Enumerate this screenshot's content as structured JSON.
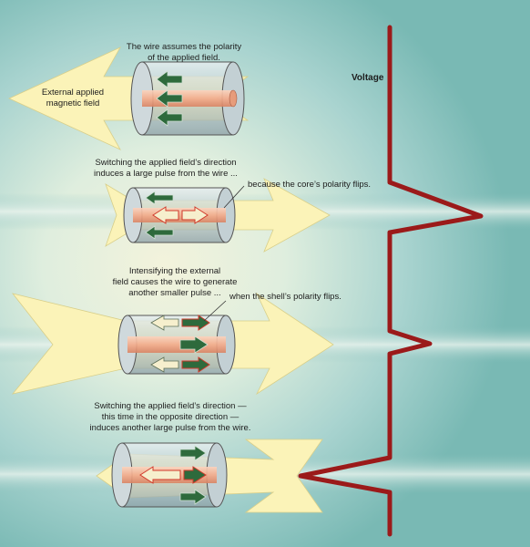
{
  "labels": {
    "voltage": "Voltage",
    "external_field": "External applied\nmagnetic field",
    "step1": "The wire assumes the polarity\nof the applied field.",
    "step2": "Switching the applied field’s direction\ninduces a large pulse from the wire ...",
    "step2_note": "because the core’s polarity flips.",
    "step3": "Intensifying the external\nfield causes the wire to generate\nanother smaller pulse ...",
    "step3_note": "when the shell’s polarity flips.",
    "step4": "Switching the applied field’s direction —\nthis time in the opposite direction —\ninduces another large pulse from the wire."
  },
  "colors": {
    "field_arrow": "#fbf3b8",
    "voltage_trace": "#9b1a1a",
    "core": "#f4ab8a",
    "shell_arrow_dark": "#2e6a3c",
    "shell_arrow_light": "#f6efcd",
    "outline_red": "#d0392b"
  },
  "icons": [
    "field-arrow-left",
    "field-arrow-right",
    "wire-cylinder",
    "magnetization-arrow"
  ]
}
